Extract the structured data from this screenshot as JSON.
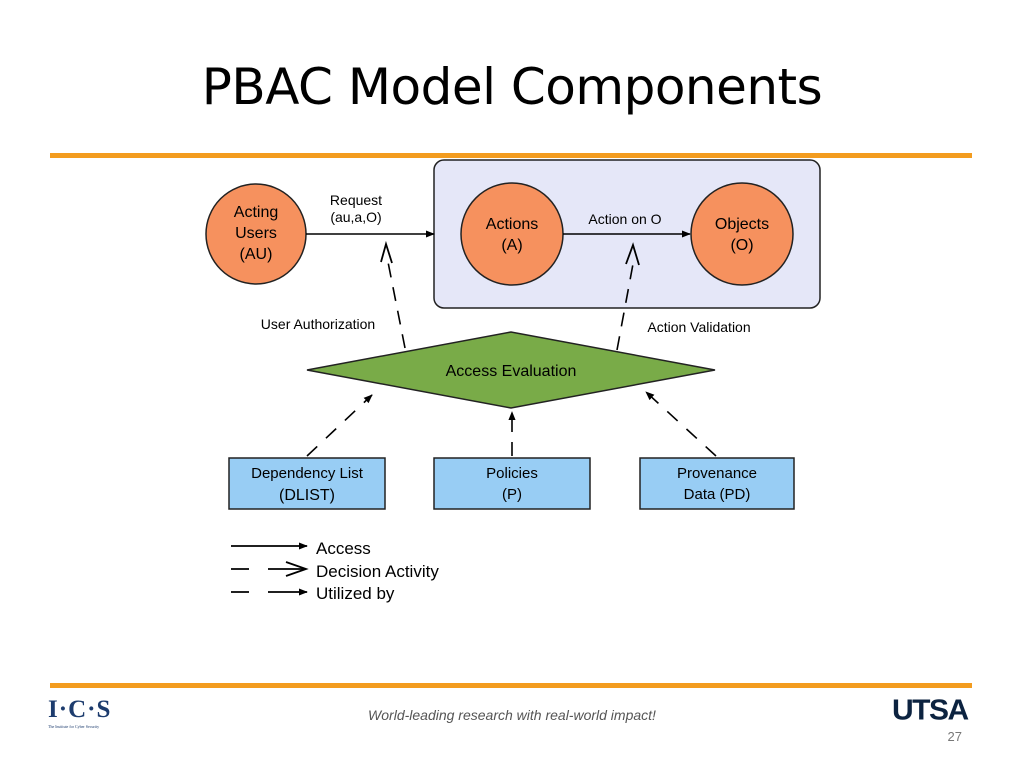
{
  "slide": {
    "title": "PBAC Model Components",
    "footer_tagline": "World-leading research with real-world impact!",
    "page_number": "27",
    "logos": {
      "left": "I·C·S",
      "left_sub": "The Institute for Cyber Security",
      "right": "UTSA"
    }
  },
  "diagram": {
    "nodes": {
      "acting_users": [
        "Acting",
        "Users",
        "(AU)"
      ],
      "actions": [
        "Actions",
        "(A)"
      ],
      "objects": [
        "Objects",
        "(O)"
      ],
      "access_evaluation": "Access Evaluation",
      "dependency_list": [
        "Dependency List",
        "(DLIST)"
      ],
      "policies": [
        "Policies",
        "(P)"
      ],
      "provenance_data": [
        "Provenance",
        "Data (PD)"
      ]
    },
    "edge_labels": {
      "request": [
        "Request",
        "(au,a,O)"
      ],
      "action_on_o": "Action on O",
      "user_authorization": "User Authorization",
      "action_validation": "Action Validation"
    },
    "legend": {
      "access": "Access",
      "decision_activity": "Decision Activity",
      "utilized_by": "Utilized by"
    }
  },
  "colors": {
    "accent_rule": "#f39c1f",
    "circle_fill": "#f6915e",
    "diamond_fill": "#79ab48",
    "box_fill": "#98cdf4",
    "context_fill": "#e5e7f8"
  }
}
